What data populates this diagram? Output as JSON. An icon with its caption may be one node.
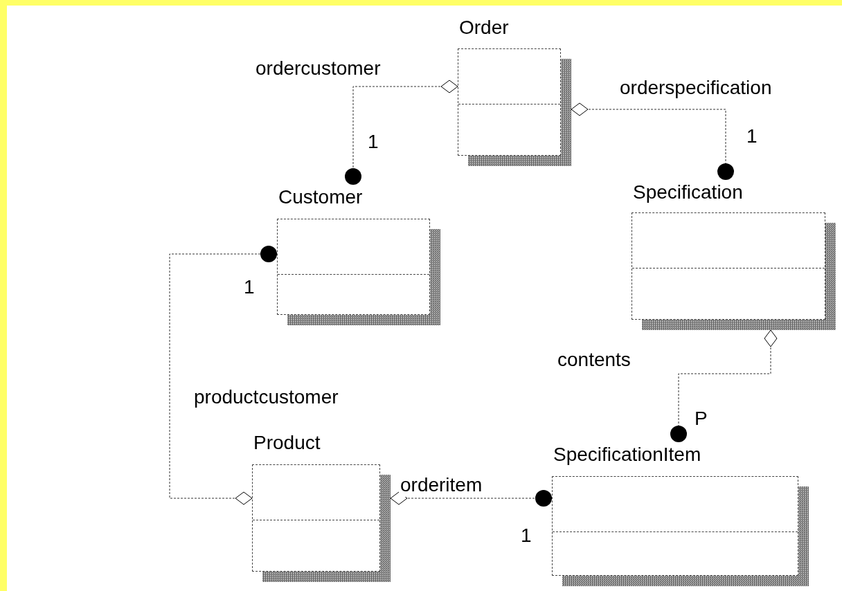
{
  "diagram": {
    "nodes": [
      {
        "text": [
          "Order"
        ]
      },
      {
        "text": [
          "Customer"
        ]
      },
      {
        "text": [
          "Specification"
        ]
      },
      {
        "text": [
          "Product"
        ]
      },
      {
        "text": [
          "SpecificationItem"
        ]
      }
    ],
    "edges": [
      {
        "from": 0,
        "to": 1,
        "arrow": "other",
        "label": "ordercustomer"
      },
      {
        "from": 0,
        "to": 2,
        "arrow": "other",
        "label": "orderspecification"
      },
      {
        "from": 3,
        "to": 1,
        "arrow": "other",
        "label": "productcustomer"
      },
      {
        "from": 3,
        "to": 4,
        "arrow": "other",
        "label": "orderitem"
      },
      {
        "from": 2,
        "to": 4,
        "arrow": "other",
        "label": "contents"
      }
    ],
    "labels": [
      "1",
      "1",
      "1",
      "1",
      "P"
    ]
  }
}
